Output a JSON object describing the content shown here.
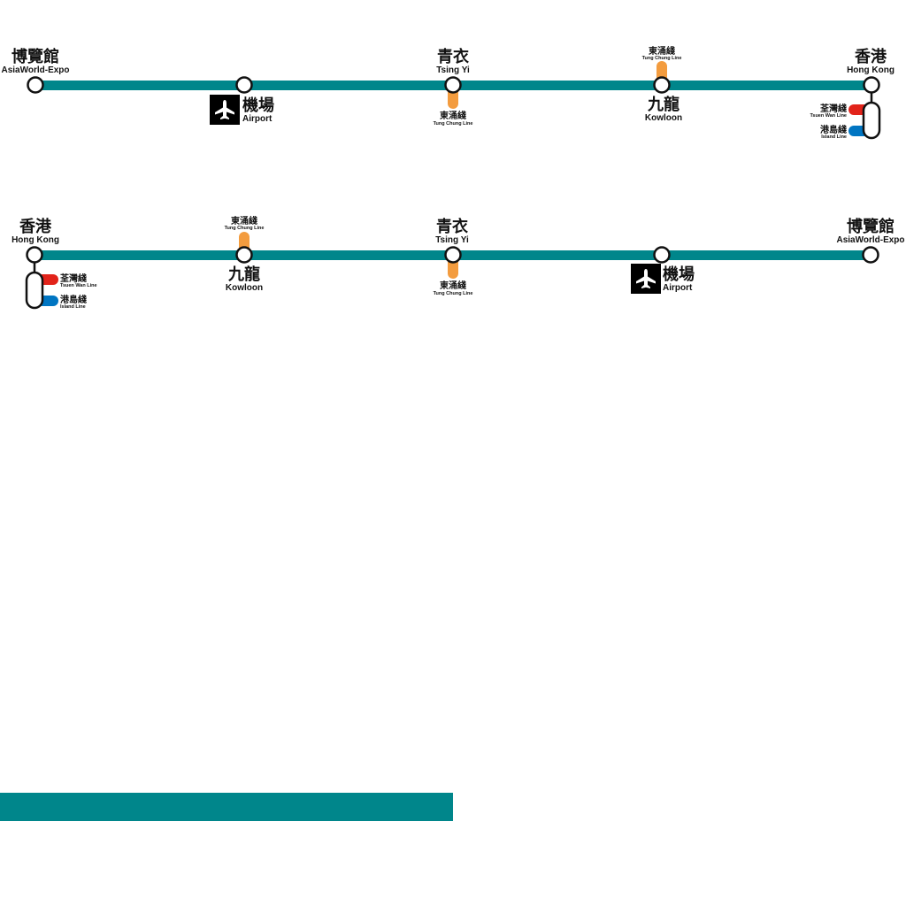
{
  "colors": {
    "airport_express": "#00868B",
    "tung_chung": "#F39C3F",
    "tsuen_wan": "#E2231A",
    "island": "#0075C2",
    "airport_icon_bg": "#000000"
  },
  "icons": {
    "airport": "plane-icon"
  },
  "row1": {
    "asiaworld_expo": {
      "zh": "博覽館",
      "en": "AsiaWorld-Expo"
    },
    "airport": {
      "zh": "機場",
      "en": "Airport"
    },
    "tsing_yi": {
      "zh": "青衣",
      "en": "Tsing Yi",
      "interchange_zh": "東涌綫",
      "interchange_en": "Tung Chung Line"
    },
    "kowloon": {
      "zh": "九龍",
      "en": "Kowloon",
      "interchange_zh": "東涌綫",
      "interchange_en": "Tung Chung Line"
    },
    "hong_kong": {
      "zh": "香港",
      "en": "Hong Kong",
      "line1_zh": "荃灣綫",
      "line1_en": "Tsuen Wan Line",
      "line2_zh": "港島綫",
      "line2_en": "Island Line"
    }
  },
  "row2": {
    "hong_kong": {
      "zh": "香港",
      "en": "Hong Kong",
      "line1_zh": "荃灣綫",
      "line1_en": "Tsuen Wan Line",
      "line2_zh": "港島綫",
      "line2_en": "Island Line"
    },
    "kowloon": {
      "zh": "九龍",
      "en": "Kowloon",
      "interchange_zh": "東涌綫",
      "interchange_en": "Tung Chung Line"
    },
    "tsing_yi": {
      "zh": "青衣",
      "en": "Tsing Yi",
      "interchange_zh": "東涌綫",
      "interchange_en": "Tung Chung Line"
    },
    "airport": {
      "zh": "機場",
      "en": "Airport"
    },
    "asiaworld_expo": {
      "zh": "博覽館",
      "en": "AsiaWorld-Expo"
    }
  }
}
